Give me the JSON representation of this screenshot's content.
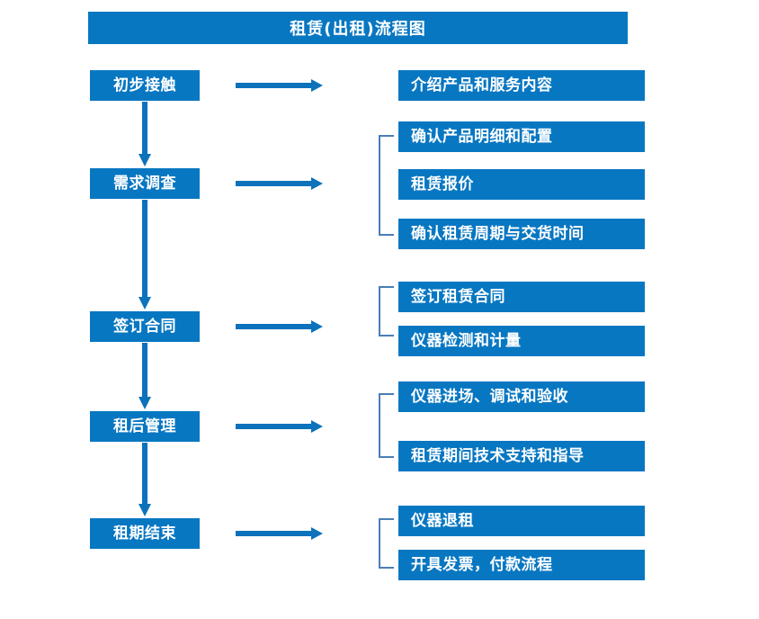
{
  "diagram": {
    "title": "租赁(出租)流程图",
    "colors": {
      "box_blue": "#0877c2",
      "box_text": "#ffffff",
      "arrow_blue": "#0c72bb",
      "bracket_blue": "#4a7eb5",
      "background": "#ffffff"
    },
    "stages": [
      {
        "id": "stage-1",
        "label": "初步接触"
      },
      {
        "id": "stage-2",
        "label": "需求调查"
      },
      {
        "id": "stage-3",
        "label": "签订合同"
      },
      {
        "id": "stage-4",
        "label": "租后管理"
      },
      {
        "id": "stage-5",
        "label": "租期结束"
      }
    ],
    "groups": [
      {
        "id": "group-1",
        "stage": "初步接触",
        "bracketed": false,
        "details": [
          {
            "id": "detail-1-1",
            "label": "介绍产品和服务内容"
          }
        ]
      },
      {
        "id": "group-2",
        "stage": "需求调查",
        "bracketed": true,
        "details": [
          {
            "id": "detail-2-1",
            "label": "确认产品明细和配置"
          },
          {
            "id": "detail-2-2",
            "label": "租赁报价"
          },
          {
            "id": "detail-2-3",
            "label": "确认租赁周期与交货时间"
          }
        ]
      },
      {
        "id": "group-3",
        "stage": "签订合同",
        "bracketed": true,
        "details": [
          {
            "id": "detail-3-1",
            "label": "签订租赁合同"
          },
          {
            "id": "detail-3-2",
            "label": "仪器检测和计量"
          }
        ]
      },
      {
        "id": "group-4",
        "stage": "租后管理",
        "bracketed": true,
        "details": [
          {
            "id": "detail-4-1",
            "label": "仪器进场、调试和验收"
          },
          {
            "id": "detail-4-2",
            "label": "租赁期间技术支持和指导"
          }
        ]
      },
      {
        "id": "group-5",
        "stage": "租期结束",
        "bracketed": true,
        "details": [
          {
            "id": "detail-5-1",
            "label": "仪器退租"
          },
          {
            "id": "detail-5-2",
            "label": "开具发票，付款流程"
          }
        ]
      }
    ],
    "connectors": {
      "vertical_arrow_count": 4,
      "horizontal_arrow_count": 5,
      "direction_vertical": "down",
      "direction_horizontal": "right"
    }
  }
}
